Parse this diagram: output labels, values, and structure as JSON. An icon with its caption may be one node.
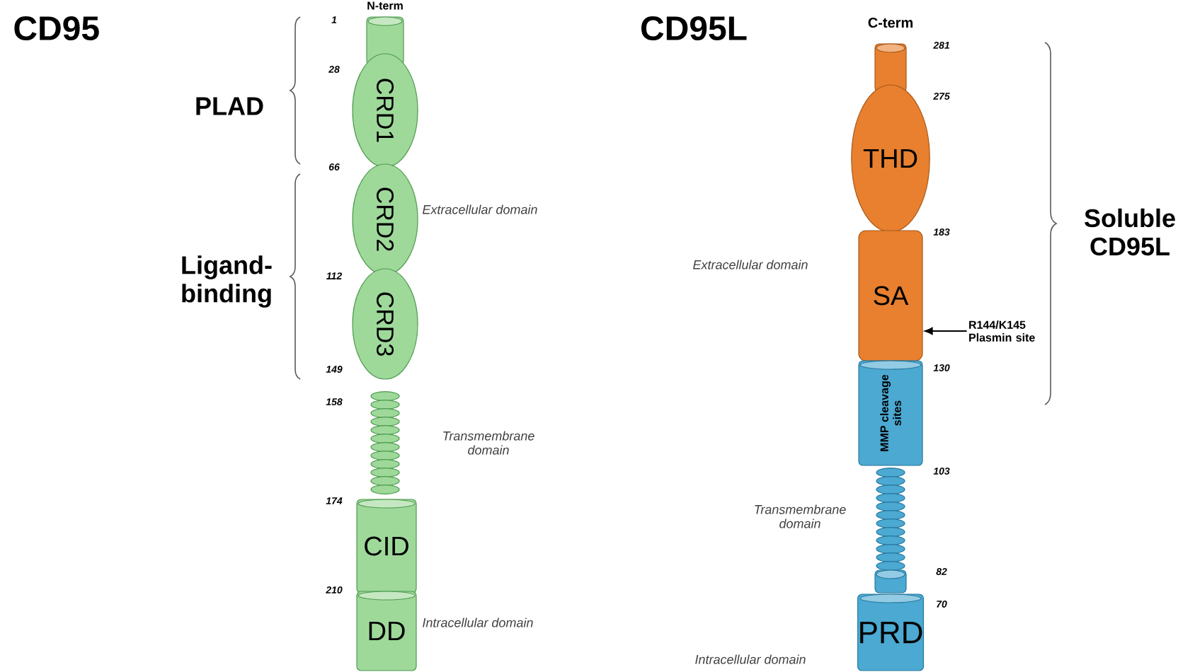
{
  "diagram": {
    "nodes": [
      {
        "text": [],
        "shape": "cylinder"
      },
      {
        "text": [
          "CRD1"
        ]
      },
      {
        "text": [
          "CRD2"
        ]
      },
      {
        "text": [
          "CRD3"
        ]
      },
      {
        "text": [],
        "shape": "coil"
      },
      {
        "text": [
          "CID"
        ]
      },
      {
        "text": [
          "DD"
        ]
      },
      {
        "text": [],
        "shape": "cylinder"
      },
      {
        "text": [
          "THD"
        ]
      },
      {
        "text": [
          "SA"
        ]
      },
      {
        "text": [
          "R144/K145 Plasmin site"
        ]
      },
      {
        "text": [
          "MMP cleavage sites"
        ]
      },
      {
        "text": [],
        "shape": "coil"
      },
      {
        "text": [],
        "shape": "cylinder"
      },
      {
        "text": [
          "PRD"
        ]
      }
    ],
    "edges": [
      {
        "from": 10,
        "to": 9,
        "arrow": "to"
      }
    ],
    "labels": [
      "N-term",
      "CD95",
      "1",
      "28",
      "PLAD",
      "66",
      "Extracellular domain",
      "Ligand- binding",
      "112",
      "149",
      "158",
      "Transmembrane domain",
      "174",
      "210",
      "Intracellular domain",
      "CD95L",
      "C-term",
      "281",
      "275",
      "Soluble CD95L",
      "183",
      "Extracellular domain",
      "130",
      "103",
      "Transmembrane domain",
      "82",
      "70",
      "Intracellular domain"
    ]
  }
}
